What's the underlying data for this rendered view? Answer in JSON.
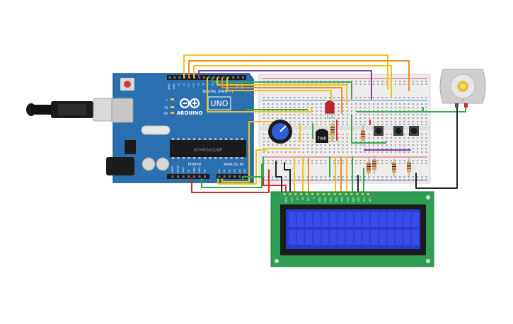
{
  "arduino": {
    "brand": "ARDUINO",
    "model": "UNO",
    "digital_label": "DIGITAL (PWM ~)",
    "power_label": "POWER",
    "analog_label": "ANALOG IN",
    "pin_labels": [
      "AREF",
      "GND",
      "13",
      "12",
      "~11",
      "~10",
      "~9",
      "8",
      "7",
      "~6",
      "~5",
      "4",
      "~3",
      "2",
      "TX 1",
      "RX 0"
    ],
    "analog_pins": [
      "A0",
      "A1",
      "A2",
      "A3",
      "A4",
      "A5"
    ],
    "power_pins": [
      "IOREF",
      "RESET",
      "3.3V",
      "5V",
      "GND",
      "GND",
      "Vin"
    ],
    "led_labels": [
      "L",
      "TX",
      "RX"
    ],
    "ic_label": "ATMEGA328P"
  },
  "components": {
    "sensor_label": "TMP",
    "motor_label": "+"
  },
  "lcd": {
    "pin_labels": [
      "GND",
      "VCC",
      "V0",
      "RS",
      "RW",
      "E",
      "DB0",
      "DB1",
      "DB2",
      "DB3",
      "DB4",
      "DB5",
      "DB6",
      "DB7",
      "LED",
      "LED"
    ]
  },
  "colors": {
    "board": "#2a6fb0",
    "breadboard": "#ececec",
    "lcd_pcb": "#2f9e53",
    "lcd_screen": "#2b3bd6",
    "wire_yellow": "#f2c21a",
    "wire_orange": "#f28c1a",
    "wire_purple": "#8a3aa8",
    "wire_green": "#3aa84a",
    "wire_red": "#d7262b",
    "wire_black": "#222222"
  },
  "icons": {
    "usb": "usb-cable-icon",
    "logo": "arduino-infinity-logo-icon"
  }
}
